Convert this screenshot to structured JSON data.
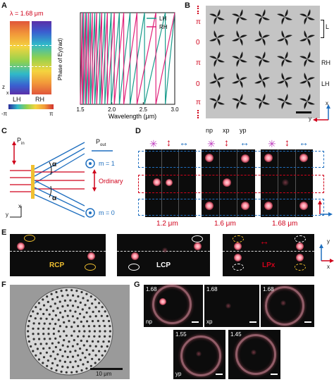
{
  "panels": {
    "A": "A",
    "B": "B",
    "C": "C",
    "D": "D",
    "E": "E",
    "F": "F",
    "G": "G"
  },
  "panelA": {
    "lambda": "λ = 1.68 μm",
    "structs": [
      "LH",
      "RH"
    ],
    "colorbar_min": "-π",
    "colorbar_max": "π",
    "axis_z": "z",
    "axis_x": "x"
  },
  "chart_data": {
    "type": "line",
    "xlabel": "Wavelength (μm)",
    "ylabel": "Phase of Ey(rad)",
    "xlim": [
      1.5,
      3.0
    ],
    "xticks": [
      "1.5",
      "2.0",
      "2.5",
      "3.0"
    ],
    "ylim": [
      -3.14159,
      3.14159
    ],
    "legend_placement": "top-right",
    "series": [
      {
        "name": "LH",
        "color": "#1a9c8c",
        "resets": [
          1.55,
          1.6,
          1.66,
          1.73,
          1.81,
          1.89,
          1.99,
          2.12,
          2.29,
          2.52,
          2.85
        ]
      },
      {
        "name": "RH",
        "color": "#e0227a",
        "resets": [
          1.53,
          1.58,
          1.63,
          1.69,
          1.76,
          1.84,
          1.93,
          2.04,
          2.19,
          2.4,
          2.7
        ]
      }
    ]
  },
  "panelB": {
    "labels_left": [
      "π",
      "0",
      "π",
      "0",
      "π"
    ],
    "L": "L",
    "RH": "RH",
    "LH": "LH",
    "axis_x": "x",
    "axis_y": "y"
  },
  "panelC": {
    "p_in": "P",
    "p_in_sub": "in",
    "p_out": "P",
    "p_out_sub": "out",
    "m1": "m = 1",
    "ordinary": "Ordinary",
    "m0": "m = 0",
    "alpha": "α",
    "axis_x": "x",
    "axis_y": "y"
  },
  "panelD": {
    "pol_labels": [
      "np",
      "xp",
      "yp"
    ],
    "wavelengths": [
      "1.2 μm",
      "1.6 μm",
      "1.68 μm"
    ]
  },
  "panelE": {
    "labels": [
      "RCP",
      "LCP",
      "LPx"
    ],
    "axis_y": "y",
    "axis_x": "x"
  },
  "panelF": {
    "scalebar": "10 μm"
  },
  "panelG": {
    "tiles": [
      {
        "wl": "1.68",
        "pol": "np"
      },
      {
        "wl": "1.68",
        "pol": "xp"
      },
      {
        "wl": "1.68",
        "pol": ""
      },
      {
        "wl": "1.55",
        "pol": "yp"
      },
      {
        "wl": "1.45",
        "pol": ""
      }
    ]
  },
  "colors": {
    "accent_red": "#d0021b",
    "accent_blue": "#1f6fbf",
    "lh": "#1a9c8c",
    "rh": "#e0227a"
  }
}
